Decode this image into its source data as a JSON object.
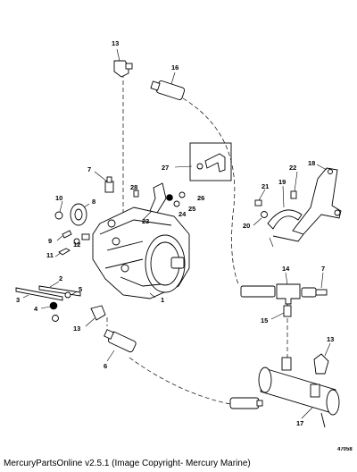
{
  "caption": "MercuryPartsOnline v2.5.1 (Image Copyright- Mercury Marine)",
  "drawing_id": "47058",
  "part_labels": [
    "1",
    "2",
    "3",
    "4",
    "5",
    "6",
    "7",
    "8",
    "9",
    "10",
    "11",
    "12",
    "13",
    "14",
    "15",
    "16",
    "17",
    "18",
    "19",
    "20",
    "21",
    "22",
    "23",
    "24",
    "25",
    "26",
    "27",
    "28"
  ],
  "callouts": [
    {
      "label": "13"
    },
    {
      "label": "16"
    },
    {
      "label": "27"
    },
    {
      "label": "7"
    },
    {
      "label": "28"
    },
    {
      "label": "26"
    },
    {
      "label": "25"
    },
    {
      "label": "24"
    },
    {
      "label": "23"
    },
    {
      "label": "10"
    },
    {
      "label": "8"
    },
    {
      "label": "9"
    },
    {
      "label": "12"
    },
    {
      "label": "11"
    },
    {
      "label": "2"
    },
    {
      "label": "3"
    },
    {
      "label": "4"
    },
    {
      "label": "5"
    },
    {
      "label": "1"
    },
    {
      "label": "13"
    },
    {
      "label": "6"
    },
    {
      "label": "22"
    },
    {
      "label": "18"
    },
    {
      "label": "21"
    },
    {
      "label": "19"
    },
    {
      "label": "20"
    },
    {
      "label": "14"
    },
    {
      "label": "7"
    },
    {
      "label": "15"
    },
    {
      "label": "13"
    },
    {
      "label": "17"
    }
  ]
}
